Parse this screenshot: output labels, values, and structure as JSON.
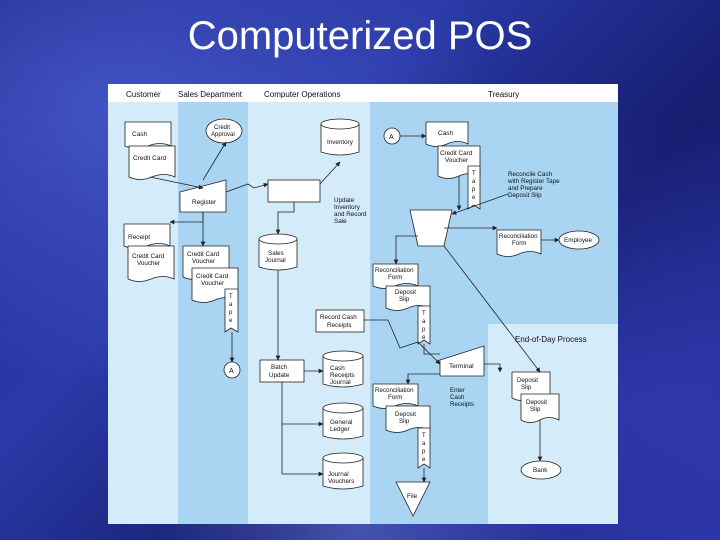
{
  "slide": {
    "title": "Computerized POS"
  },
  "colors": {
    "swimlane_light": "#d4ebfa",
    "swimlane_dark": "#a9d5f3",
    "header": "#ffffff",
    "line": "#222222"
  },
  "lanes": {
    "customer": "Customer",
    "sales": "Sales Department",
    "computer": "Computer Operations",
    "treasury": "Treasury",
    "end_of_day": "End-of-Day Process"
  },
  "customer": {
    "cash": "Cash",
    "credit_card": "Credit Card",
    "receipt": "Receipt",
    "ccv1": "Credit Card",
    "ccv2": "Voucher"
  },
  "sales": {
    "credit_approval_1": "Credit",
    "credit_approval_2": "Approval",
    "register": "Register",
    "ccv_a1": "Credit Card",
    "ccv_a2": "Voucher",
    "ccv_b1": "Credit Card",
    "ccv_b2": "Voucher",
    "tape": [
      "T",
      "a",
      "p",
      "e"
    ],
    "connector": "A"
  },
  "computer": {
    "inventory": "Inventory",
    "update_1": "Update",
    "update_2": "Inventory",
    "update_3": "and Record",
    "update_4": "Sale",
    "sales_journal_1": "Sales",
    "sales_journal_2": "Journal",
    "record_cash_1": "Record Cash",
    "record_cash_2": "Receipts",
    "batch_1": "Batch",
    "batch_2": "Update",
    "cash_receipts_1": "Cash",
    "cash_receipts_2": "Receipts",
    "cash_receipts_3": "Journal",
    "gl_1": "General",
    "gl_2": "Ledger",
    "jv_1": "Journal",
    "jv_2": "Vouchers"
  },
  "treasury": {
    "connector": "A",
    "cash": "Cash",
    "ccv1": "Credit Card",
    "ccv2": "Voucher",
    "tape": [
      "T",
      "a",
      "p",
      "e"
    ],
    "reconcile_1": "Reconcile Cash",
    "reconcile_2": "with Register Tape",
    "reconcile_3": "and Prepare",
    "reconcile_4": "Deposit Slip",
    "recon_form_1": "Reconciliation",
    "recon_form_2": "Form",
    "employee": "Employee",
    "rf1_1": "Reconciliation",
    "rf1_2": "Form",
    "ds1_1": "Deposit",
    "ds1_2": "Slip",
    "terminal": "Terminal",
    "rf2_1": "Reconciliation",
    "rf2_2": "Form",
    "enter_1": "Enter",
    "enter_2": "Cash",
    "enter_3": "Receipts",
    "ds2_1": "Deposit",
    "ds2_2": "Slip",
    "file": "File",
    "tape2": [
      "T",
      "a",
      "p",
      "e"
    ],
    "tape3": [
      "T",
      "a",
      "p",
      "e"
    ]
  },
  "end_of_day": {
    "ds_a1": "Deposit",
    "ds_a2": "Slip",
    "ds_b1": "Deposit",
    "ds_b2": "Slip",
    "bank": "Bank"
  }
}
